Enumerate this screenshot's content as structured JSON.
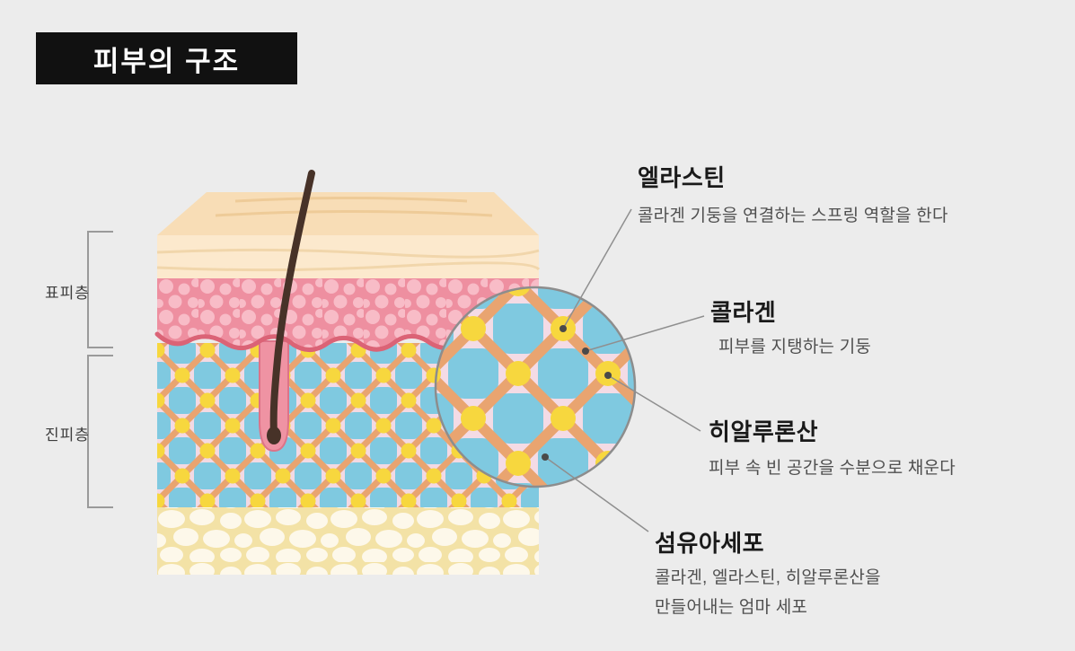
{
  "title": {
    "text": "피부의 구조"
  },
  "layer_labels": {
    "epidermis": "표피층",
    "dermis": "진피층"
  },
  "annotations": [
    {
      "id": "elastin",
      "title": "엘라스틴",
      "desc": "콜라겐 기둥을 연결하는 스프링 역할을 한다"
    },
    {
      "id": "collagen",
      "title": "콜라겐",
      "desc": "피부를 지탱하는 기둥"
    },
    {
      "id": "hyaluronic-acid",
      "title": "히알루론산",
      "desc": "피부 속 빈 공간을 수분으로 채운다"
    },
    {
      "id": "fibroblast",
      "title": "섬유아세포",
      "desc": "콜라겐, 엘라스틴, 히알루론산을\n만들어내는 엄마 세포"
    }
  ],
  "palette": {
    "background": "#ececec",
    "title_bg": "#111111",
    "title_text": "#ffffff",
    "epidermis_pink": "#ee8fa0",
    "epidermis_bubble": "#f8bcc7",
    "epidermis_border": "#db6376",
    "dermis_bg": "#f3d9e3",
    "collagen_lattice": "#e9a470",
    "fibroblast_blue": "#7fc9e0",
    "elastin_yellow": "#f7d73e",
    "fat_bg": "#f3e2a6",
    "fat_pebble": "#fdf8ea",
    "skin_top": "#f8ddb6",
    "hair_brown": "#473228",
    "connector_line": "#8f8f8f",
    "heading_text": "#1a1a1a",
    "desc_text": "#4f4f4f"
  }
}
